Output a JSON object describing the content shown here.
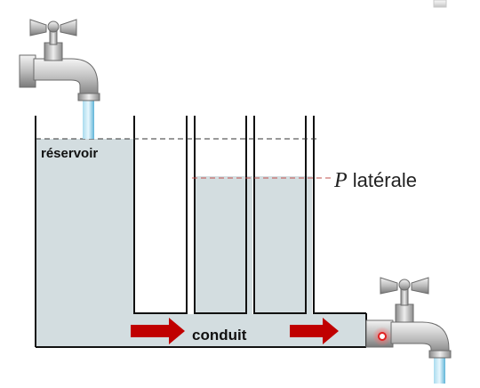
{
  "labels": {
    "reservoir": "réservoir",
    "conduit": "conduit",
    "pressure_symbol": "P",
    "pressure_word": "latérale"
  },
  "colors": {
    "water": "#d3dde0",
    "wall": "#111111",
    "arrow": "#c00000",
    "pressure_line": "#c0504d",
    "water_stream": "#7fc7e6",
    "faucet_metal": "#b8b8b8"
  },
  "icons": {
    "top_faucet": "faucet-icon",
    "bottom_faucet": "faucet-icon"
  }
}
